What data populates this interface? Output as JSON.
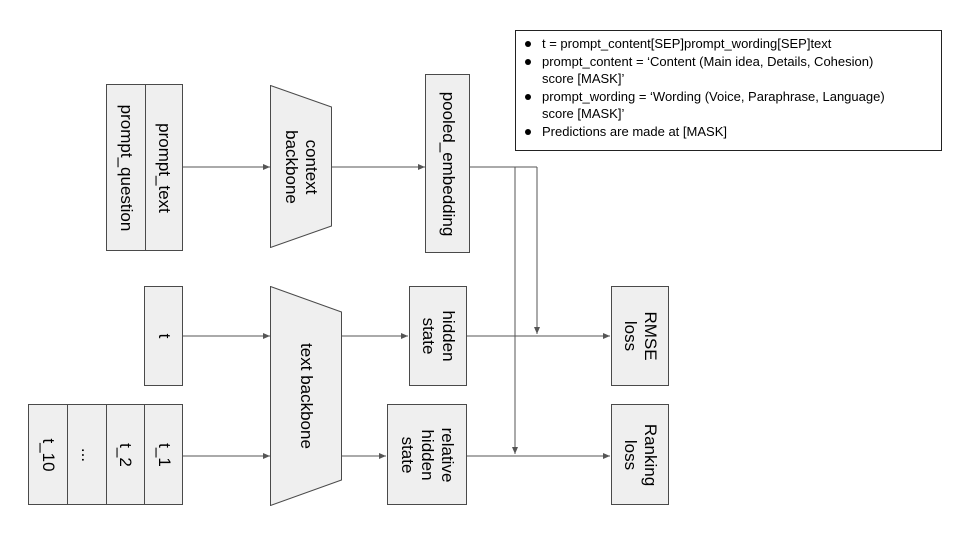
{
  "inputs": {
    "prompt_text": "prompt_text",
    "prompt_question": "prompt_question",
    "t": "t",
    "t_1": "t_1",
    "t_2": "t_2",
    "ellipsis": "...",
    "t_10": "t_10"
  },
  "backbones": {
    "context_line1": "context",
    "context_line2": "backbone",
    "text": "text backbone"
  },
  "outputs": {
    "pooled_embedding": "pooled_embedding",
    "hidden_line1": "hidden",
    "hidden_line2": "state",
    "relative_line1": "relative",
    "relative_line2": "hidden",
    "relative_line3": "state"
  },
  "losses": {
    "rmse_line1": "RMSE",
    "rmse_line2": "loss",
    "ranking_line1": "Ranking",
    "ranking_line2": "loss"
  },
  "legend": {
    "items": [
      {
        "line1": "t = prompt_content[SEP]prompt_wording[SEP]text",
        "line2": ""
      },
      {
        "line1": "prompt_content = ‘Content (Main idea, Details, Cohesion)",
        "line2": "score [MASK]’"
      },
      {
        "line1": "prompt_wording = ‘Wording (Voice, Paraphrase, Language)",
        "line2": "score [MASK]’"
      },
      {
        "line1": "Predictions are made at [MASK]",
        "line2": ""
      }
    ]
  },
  "colors": {
    "box_fill": "#efefef",
    "box_border": "#4a4a4a",
    "arrow": "#555555"
  }
}
